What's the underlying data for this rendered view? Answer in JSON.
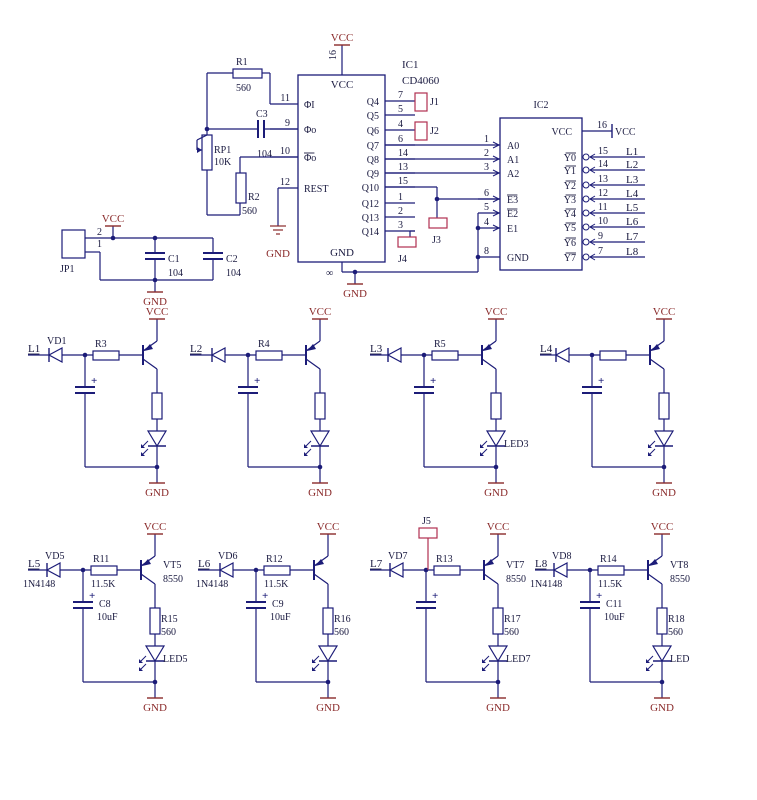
{
  "colors": {
    "wire": "#1c1c78",
    "text": "#1a1a40",
    "power": "#8a2a2a",
    "jumper": "#b03050"
  },
  "power": {
    "vcc": "VCC",
    "gnd": "GND"
  },
  "ic1": {
    "ref": "IC1",
    "part": "CD4060",
    "vcc_inside": "VCC",
    "gnd_inside": "GND",
    "vcc_pin": "16",
    "gnd_pin": "8",
    "pins_left": [
      {
        "name": "ΦI",
        "num": "11"
      },
      {
        "name": "Φo",
        "num": "9"
      },
      {
        "name": "Φo",
        "num": "10",
        "overline": true
      },
      {
        "name": "REST",
        "num": "12"
      }
    ],
    "pins_right": [
      {
        "name": "Q4",
        "num": "7"
      },
      {
        "name": "Q5",
        "num": "5"
      },
      {
        "name": "Q6",
        "num": "4"
      },
      {
        "name": "Q7",
        "num": "6"
      },
      {
        "name": "Q8",
        "num": "14"
      },
      {
        "name": "Q9",
        "num": "13"
      },
      {
        "name": "Q10",
        "num": "15"
      },
      {
        "name": "Q12",
        "num": "1"
      },
      {
        "name": "Q13",
        "num": "2"
      },
      {
        "name": "Q14",
        "num": "3"
      }
    ]
  },
  "ic2": {
    "ref": "IC2",
    "vcc_inside": "VCC",
    "vcc_pin": "16",
    "pins_left": [
      {
        "name": "A0",
        "num": "1"
      },
      {
        "name": "A1",
        "num": "2"
      },
      {
        "name": "A2",
        "num": "3"
      },
      {
        "name": "E3",
        "num": "6",
        "overline": true
      },
      {
        "name": "E2",
        "num": "5",
        "overline": true
      },
      {
        "name": "E1",
        "num": "4"
      },
      {
        "name": "GND",
        "num": "8"
      }
    ],
    "pins_right": [
      {
        "name": "Y0",
        "num": "15",
        "net": "L1"
      },
      {
        "name": "Y1",
        "num": "14",
        "net": "L2"
      },
      {
        "name": "Y2",
        "num": "13",
        "net": "L3"
      },
      {
        "name": "Y3",
        "num": "12",
        "net": "L4"
      },
      {
        "name": "Y4",
        "num": "11",
        "net": "L5"
      },
      {
        "name": "Y5",
        "num": "10",
        "net": "L6"
      },
      {
        "name": "Y6",
        "num": "9",
        "net": "L7"
      },
      {
        "name": "Y7",
        "num": "7",
        "net": "L8"
      }
    ]
  },
  "parts": {
    "r1": {
      "ref": "R1",
      "value": "560"
    },
    "c3": {
      "ref": "C3",
      "value": "104"
    },
    "rp1": {
      "ref": "RP1",
      "value": "10K"
    },
    "r2": {
      "ref": "R2",
      "value": "560"
    },
    "jp1": {
      "ref": "JP1",
      "pin_a": "2",
      "pin_b": "1"
    },
    "c1": {
      "ref": "C1",
      "value": "104"
    },
    "c2": {
      "ref": "C2",
      "value": "104"
    },
    "j1": {
      "ref": "J1"
    },
    "j2": {
      "ref": "J2"
    },
    "j3": {
      "ref": "J3"
    },
    "j4": {
      "ref": "J4"
    },
    "j5": {
      "ref": "J5"
    }
  },
  "stages": [
    {
      "input": "L1",
      "vd": "VD1",
      "vd_val": "",
      "r": "R3",
      "r_val": "",
      "c": "",
      "c_val": "",
      "vt": "",
      "vt_val": "",
      "rc": "",
      "rc_val": "",
      "led": ""
    },
    {
      "input": "L2",
      "vd": "",
      "vd_val": "",
      "r": "R4",
      "r_val": "",
      "c": "",
      "c_val": "",
      "vt": "",
      "vt_val": "",
      "rc": "",
      "rc_val": "",
      "led": ""
    },
    {
      "input": "L3",
      "vd": "",
      "vd_val": "",
      "r": "R5",
      "r_val": "",
      "c": "",
      "c_val": "",
      "vt": "",
      "vt_val": "",
      "rc": "",
      "rc_val": "",
      "led": "LED3"
    },
    {
      "input": "L4",
      "vd": "",
      "vd_val": "",
      "r": "",
      "r_val": "",
      "c": "",
      "c_val": "",
      "vt": "",
      "vt_val": "",
      "rc": "",
      "rc_val": "",
      "led": ""
    },
    {
      "input": "L5",
      "vd": "VD5",
      "vd_val": "1N4148",
      "r": "R11",
      "r_val": "11.5K",
      "c": "C8",
      "c_val": "10uF",
      "vt": "VT5",
      "vt_val": "8550",
      "rc": "R15",
      "rc_val": "560",
      "led": "LED5"
    },
    {
      "input": "L6",
      "vd": "VD6",
      "vd_val": "1N4148",
      "r": "R12",
      "r_val": "11.5K",
      "c": "C9",
      "c_val": "10uF",
      "vt": "",
      "vt_val": "",
      "rc": "R16",
      "rc_val": "560",
      "led": ""
    },
    {
      "input": "L7",
      "vd": "VD7",
      "vd_val": "",
      "r": "R13",
      "r_val": "",
      "c": "",
      "c_val": "",
      "vt": "VT7",
      "vt_val": "8550",
      "rc": "R17",
      "rc_val": "560",
      "led": "LED7"
    },
    {
      "input": "L8",
      "vd": "VD8",
      "vd_val": "1N4148",
      "r": "R14",
      "r_val": "11.5K",
      "c": "C11",
      "c_val": "10uF",
      "vt": "VT8",
      "vt_val": "8550",
      "rc": "R18",
      "rc_val": "560",
      "led": "LED"
    }
  ]
}
